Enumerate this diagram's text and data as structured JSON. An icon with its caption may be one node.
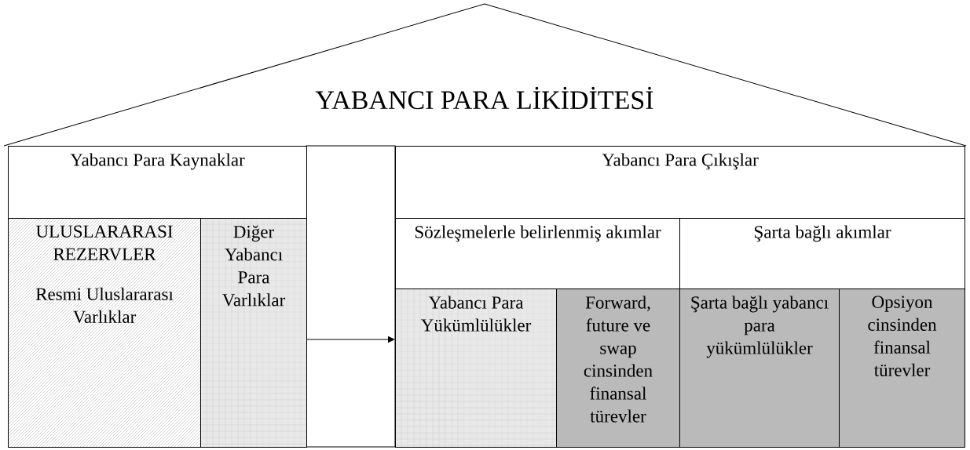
{
  "diagram": {
    "nodes": [
      {
        "text": [
          "YABANCI PARA LİKİDİTESİ"
        ]
      },
      {
        "text": [
          "Yabancı Para Kaynaklar"
        ]
      },
      {
        "text": [
          "ULUSLARARASI REZERVLER",
          "Resmi Uluslararası Varlıklar"
        ]
      },
      {
        "text": [
          "Diğer Yabancı Para Varlıklar"
        ]
      },
      {
        "text": [
          "Yabancı Para Çıkışlar"
        ]
      },
      {
        "text": [
          "Sözleşmelerle belirlenmiş akımlar"
        ]
      },
      {
        "text": [
          "Şarta bağlı akımlar"
        ]
      },
      {
        "text": [
          "Yabancı Para Yükümlülükler"
        ]
      },
      {
        "text": [
          "Forward, future ve swap cinsinden finansal türevler"
        ]
      },
      {
        "text": [
          "Şarta bağlı yabancı para yükümlülükler"
        ]
      },
      {
        "text": [
          "Opsiyon cinsinden finansal türevler"
        ]
      }
    ],
    "edges": [
      {
        "from": 3,
        "to": 7,
        "arrow": "to"
      }
    ]
  }
}
